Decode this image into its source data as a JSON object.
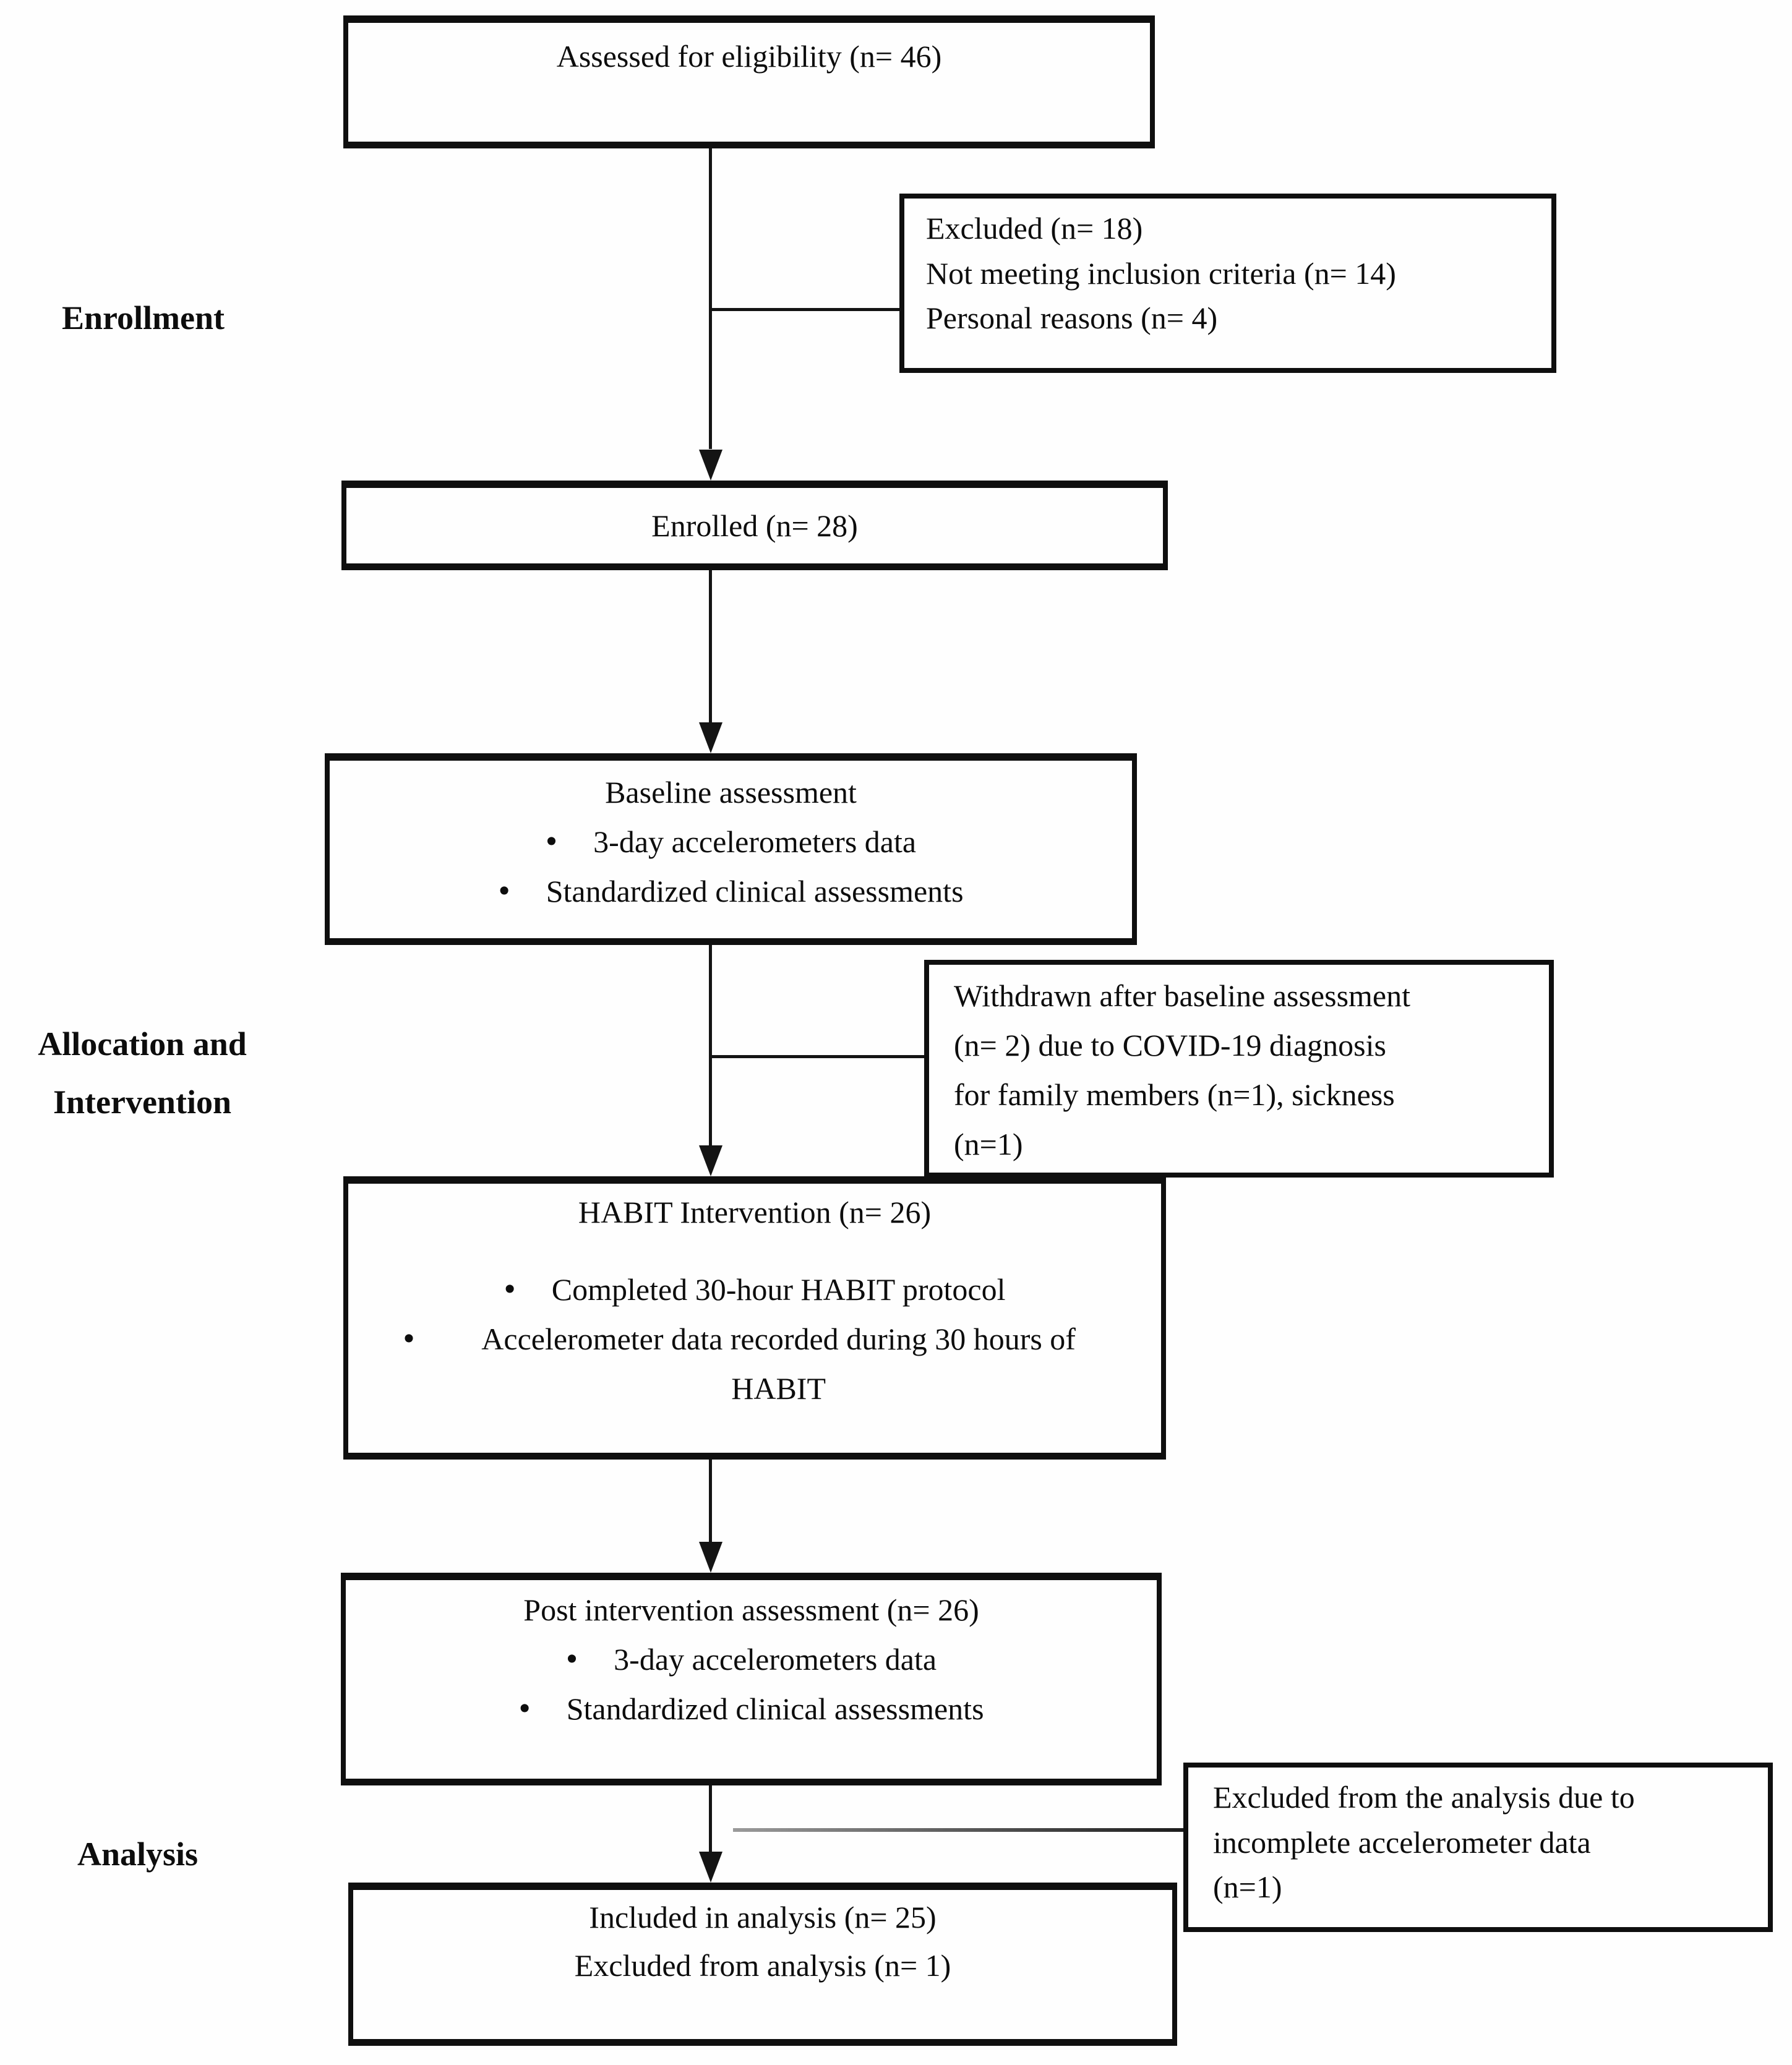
{
  "diagram": {
    "type": "flowchart",
    "stages": {
      "enrollment": "Enrollment",
      "allocation_line1": "Allocation and",
      "allocation_line2": "Intervention",
      "analysis": "Analysis"
    },
    "boxes": {
      "assessed": {
        "title": "Assessed for eligibility (n= 46)"
      },
      "excluded": {
        "lines": [
          "Excluded (n= 18)",
          "Not meeting inclusion criteria (n= 14)",
          "Personal reasons (n= 4)"
        ]
      },
      "enrolled": {
        "title": "Enrolled (n= 28)"
      },
      "baseline": {
        "title": "Baseline assessment",
        "bullets": [
          "3-day accelerometers data",
          "Standardized clinical assessments"
        ]
      },
      "withdrawn": {
        "lines": [
          "Withdrawn after baseline assessment",
          "(n= 2) due to COVID-19 diagnosis",
          "for family members (n=1), sickness",
          "(n=1)"
        ]
      },
      "habit": {
        "title": "HABIT Intervention (n= 26)",
        "bullets": [
          "Completed 30-hour HABIT protocol",
          "Accelerometer data recorded during 30 hours of HABIT"
        ]
      },
      "post": {
        "title": "Post intervention assessment (n= 26)",
        "bullets": [
          "3-day accelerometers data",
          "Standardized clinical assessments"
        ]
      },
      "excluded_analysis": {
        "lines": [
          "Excluded from the analysis due to",
          "incomplete accelerometer data",
          "(n=1)"
        ]
      },
      "included": {
        "lines": [
          "Included in analysis (n= 25)",
          "Excluded from analysis (n= 1)"
        ]
      }
    },
    "colors": {
      "line": "#141414",
      "gray_connector": "#8a8a8a",
      "background": "#fefefe",
      "text": "#0d0d0d"
    }
  }
}
